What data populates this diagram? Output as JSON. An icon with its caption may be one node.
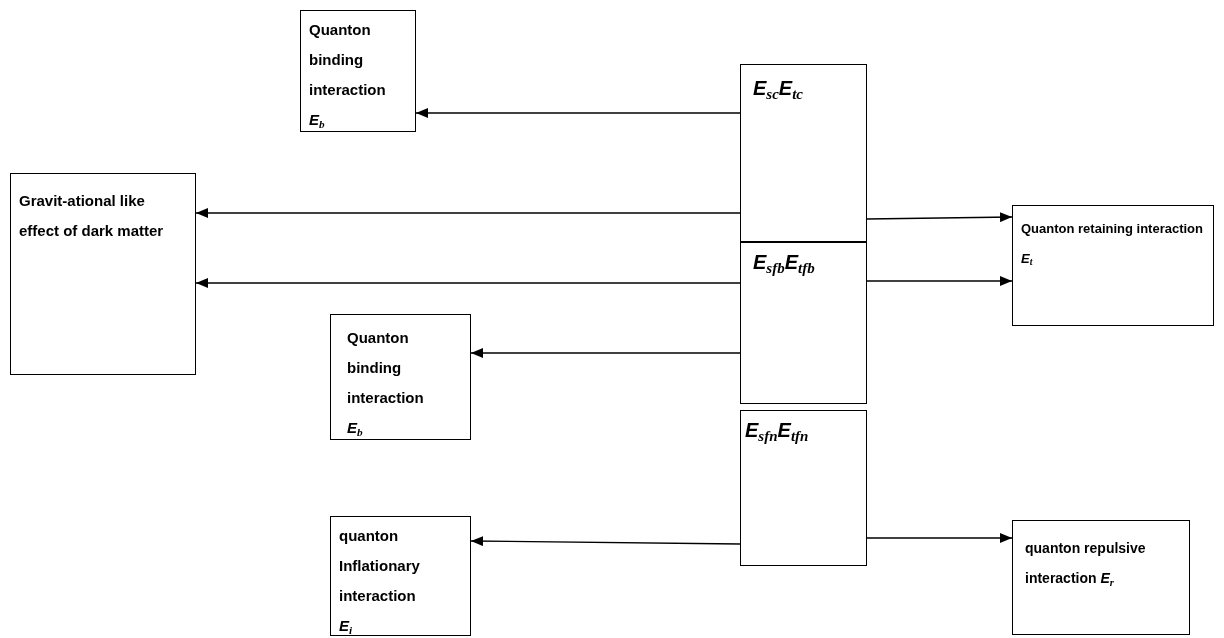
{
  "diagram": {
    "nodes": [
      {
        "text": [
          "Quanton binding interaction",
          "*E*$_{b}$"
        ]
      },
      {
        "text": [
          "*E*$_{sc}$*E*$_{tc}$"
        ]
      },
      {
        "text": [
          "Gravit-ational like effect of dark matter"
        ]
      },
      {
        "text": [
          "Quanton retaining interaction *E*$_{t}$"
        ]
      },
      {
        "text": [
          "*E*$_{sfb}$*E*$_{tfb}$"
        ]
      },
      {
        "text": [
          "Quanton binding interaction",
          "*E*$_{b}$"
        ]
      },
      {
        "text": [
          "*E*$_{sfn}$*E*$_{tfn}$"
        ]
      },
      {
        "text": [
          "quanton Inflationary interaction",
          "*E*$_{i}$"
        ]
      },
      {
        "text": [
          "quanton repulsive interaction *E*$_{r}$"
        ]
      }
    ],
    "edges": [
      {
        "from": 1,
        "to": 0,
        "arrow": "to"
      },
      {
        "from": 1,
        "to": 2,
        "arrow": "to"
      },
      {
        "from": 1,
        "to": 3,
        "arrow": "to"
      },
      {
        "from": 4,
        "to": 2,
        "arrow": "to"
      },
      {
        "from": 4,
        "to": 3,
        "arrow": "to"
      },
      {
        "from": 4,
        "to": 5,
        "arrow": "to"
      },
      {
        "from": 6,
        "to": 7,
        "arrow": "to"
      },
      {
        "from": 6,
        "to": 8,
        "arrow": "to"
      }
    ]
  }
}
